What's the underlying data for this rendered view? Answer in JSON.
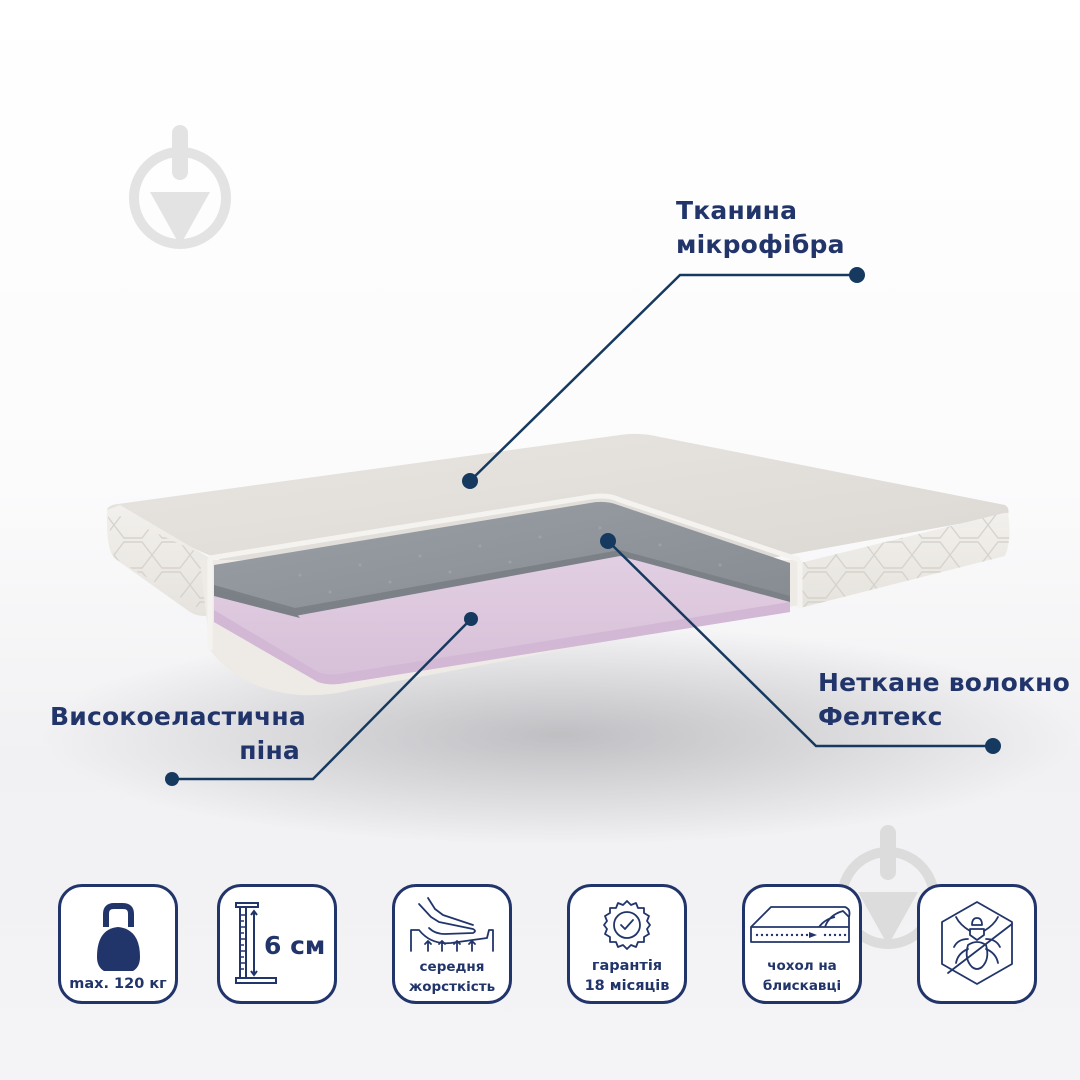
{
  "callouts": {
    "fabric": {
      "line1": "Тканина",
      "line2": "мікрофібра"
    },
    "felt": {
      "line1": "Нетканe волокно",
      "line2": "Фелтекс"
    },
    "foam": {
      "line1": "Високоеластична",
      "line2": "піна"
    }
  },
  "features": [
    {
      "icon": "kettlebell-icon",
      "text": "max. 120 кг"
    },
    {
      "icon": "ruler-height-icon",
      "text": "6 см"
    },
    {
      "icon": "hand-pressing-mattress-icon",
      "line1": "середня",
      "line2": "жорсткість"
    },
    {
      "icon": "warranty-badge-icon",
      "line1": "гарантія",
      "line2": "18 місяців"
    },
    {
      "icon": "zipper-cover-icon",
      "line1": "чохол на",
      "line2": "блискавці"
    },
    {
      "icon": "anti-mite-icon"
    }
  ],
  "colors": {
    "text_navy": "#22356b",
    "line_navy": "#163a5f",
    "cover": "#e4e1dc",
    "felt": "#8e9499",
    "foam": "#ddc8de",
    "watermark": "#e2e2e2"
  }
}
